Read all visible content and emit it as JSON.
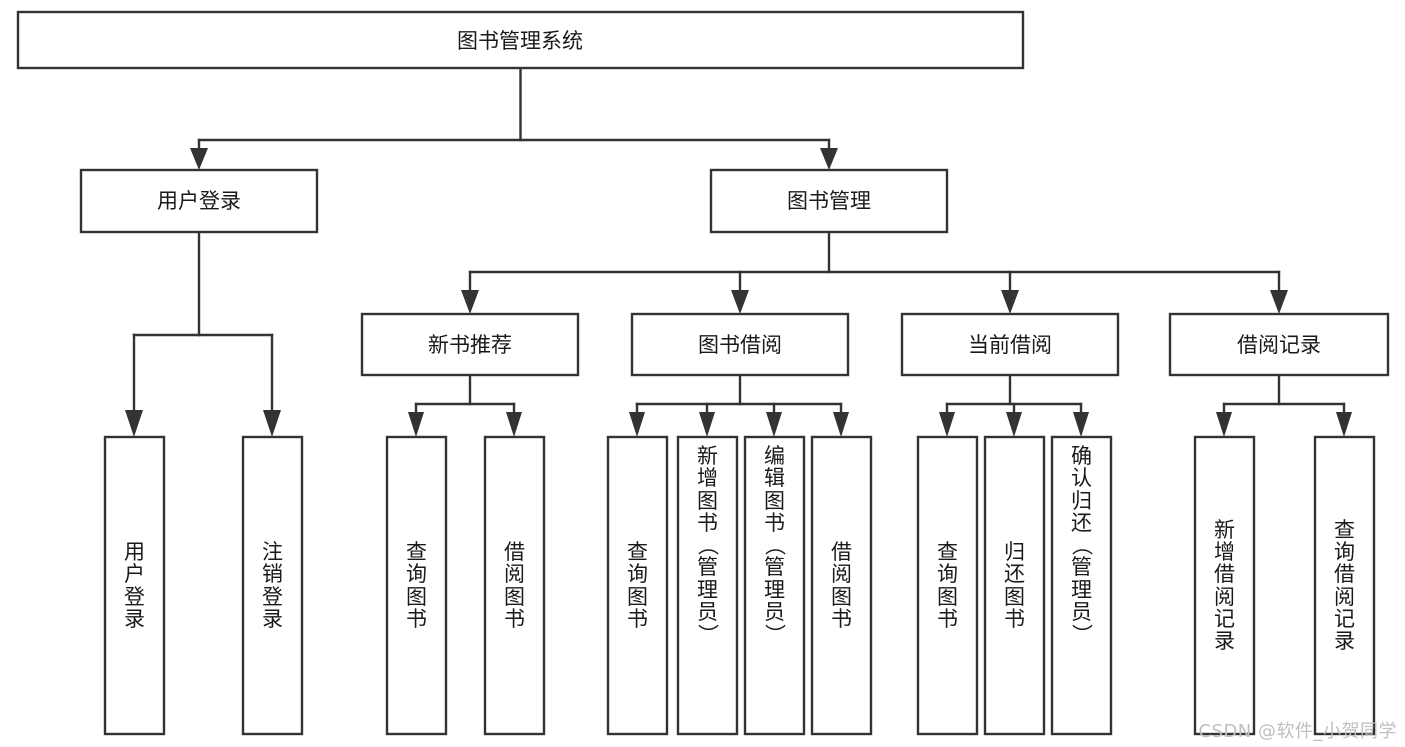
{
  "diagram": {
    "type": "tree",
    "title": "图书管理系统",
    "orientation": "top-down",
    "watermark": "CSDN @软件_小贺同学",
    "colors": {
      "box_stroke": "#333333",
      "box_fill": "#ffffff",
      "text": "#1a1a1a",
      "background": "#ffffff",
      "watermark": "#bfbfbf"
    },
    "levels": {
      "root": "图书管理系统",
      "level1": [
        "用户登录",
        "图书管理"
      ],
      "level2": [
        "新书推荐",
        "图书借阅",
        "当前借阅",
        "借阅记录"
      ]
    },
    "nodes": {
      "root": {
        "label": "图书管理系统"
      },
      "user_login": {
        "label": "用户登录"
      },
      "book_manage": {
        "label": "图书管理"
      },
      "new_book_rec": {
        "label": "新书推荐"
      },
      "book_borrow": {
        "label": "图书借阅"
      },
      "current_borrow": {
        "label": "当前借阅"
      },
      "borrow_record": {
        "label": "借阅记录"
      },
      "leaf_01": {
        "label": "用户登录"
      },
      "leaf_02": {
        "label": "注销登录"
      },
      "leaf_03": {
        "label": "查询图书"
      },
      "leaf_04": {
        "label": "借阅图书"
      },
      "leaf_05": {
        "label": "查询图书"
      },
      "leaf_06": {
        "label": "新增图书（管理员）"
      },
      "leaf_07": {
        "label": "编辑图书（管理员）"
      },
      "leaf_08": {
        "label": "借阅图书"
      },
      "leaf_09": {
        "label": "查询图书"
      },
      "leaf_10": {
        "label": "归还图书"
      },
      "leaf_11": {
        "label": "确认归还（管理员）"
      },
      "leaf_12": {
        "label": "新增借阅记录"
      },
      "leaf_13": {
        "label": "查询借阅记录"
      }
    },
    "edges": [
      {
        "from": "root",
        "to": "user_login"
      },
      {
        "from": "root",
        "to": "book_manage"
      },
      {
        "from": "user_login",
        "to": "leaf_01"
      },
      {
        "from": "user_login",
        "to": "leaf_02"
      },
      {
        "from": "book_manage",
        "to": "new_book_rec"
      },
      {
        "from": "book_manage",
        "to": "book_borrow"
      },
      {
        "from": "book_manage",
        "to": "current_borrow"
      },
      {
        "from": "book_manage",
        "to": "borrow_record"
      },
      {
        "from": "new_book_rec",
        "to": "leaf_03"
      },
      {
        "from": "new_book_rec",
        "to": "leaf_04"
      },
      {
        "from": "book_borrow",
        "to": "leaf_05"
      },
      {
        "from": "book_borrow",
        "to": "leaf_06"
      },
      {
        "from": "book_borrow",
        "to": "leaf_07"
      },
      {
        "from": "book_borrow",
        "to": "leaf_08"
      },
      {
        "from": "current_borrow",
        "to": "leaf_09"
      },
      {
        "from": "current_borrow",
        "to": "leaf_10"
      },
      {
        "from": "current_borrow",
        "to": "leaf_11"
      },
      {
        "from": "borrow_record",
        "to": "leaf_12"
      },
      {
        "from": "borrow_record",
        "to": "leaf_13"
      }
    ]
  }
}
